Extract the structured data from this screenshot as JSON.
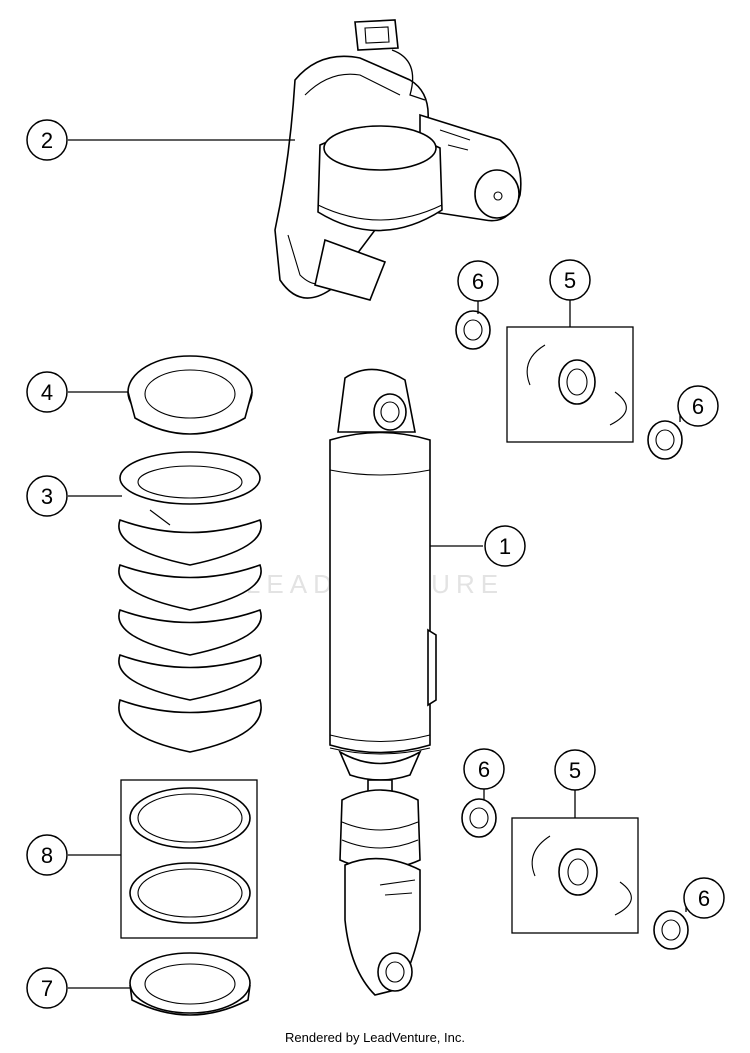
{
  "callouts": [
    {
      "label": "1"
    },
    {
      "label": "2"
    },
    {
      "label": "3"
    },
    {
      "label": "4"
    },
    {
      "label": "5"
    },
    {
      "label": "5"
    },
    {
      "label": "6"
    },
    {
      "label": "6"
    },
    {
      "label": "6"
    },
    {
      "label": "6"
    },
    {
      "label": "7"
    },
    {
      "label": "8"
    }
  ],
  "watermark": "LEADVENTURE",
  "footer": "Rendered by LeadVenture, Inc.",
  "colors": {
    "line": "#000000",
    "watermark": "#e3e3e3",
    "background": "#ffffff"
  }
}
